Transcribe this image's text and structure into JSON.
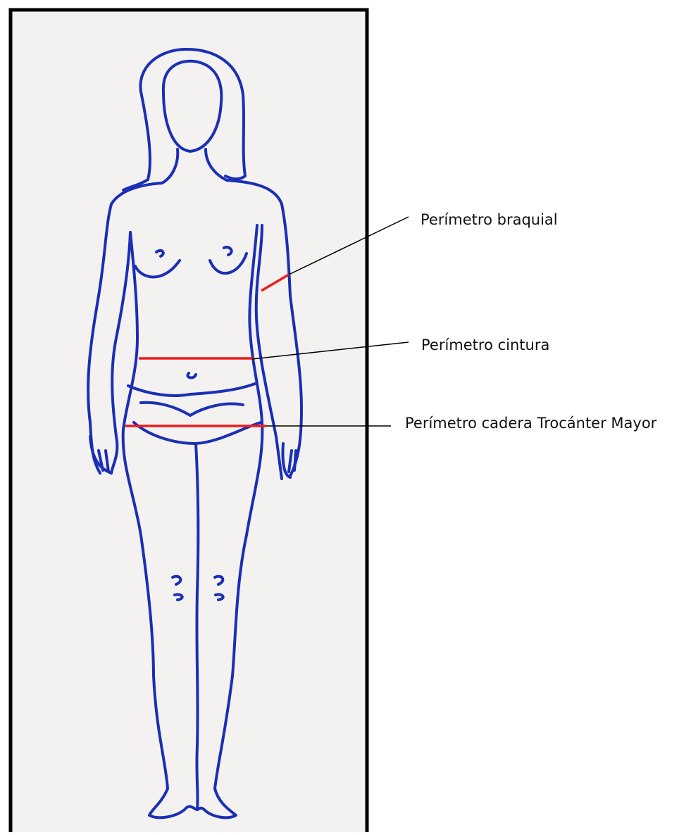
{
  "labels": {
    "braquial": "Perímetro braquial",
    "cintura": "Perímetro cintura",
    "cadera": "Perímetro cadera Trocánter Mayor"
  },
  "colors": {
    "outline": "#1a2fb5",
    "measure": "#ee1c1c",
    "leader": "#000000",
    "panel_bg": "#f3f2f1",
    "frame": "#000000"
  }
}
